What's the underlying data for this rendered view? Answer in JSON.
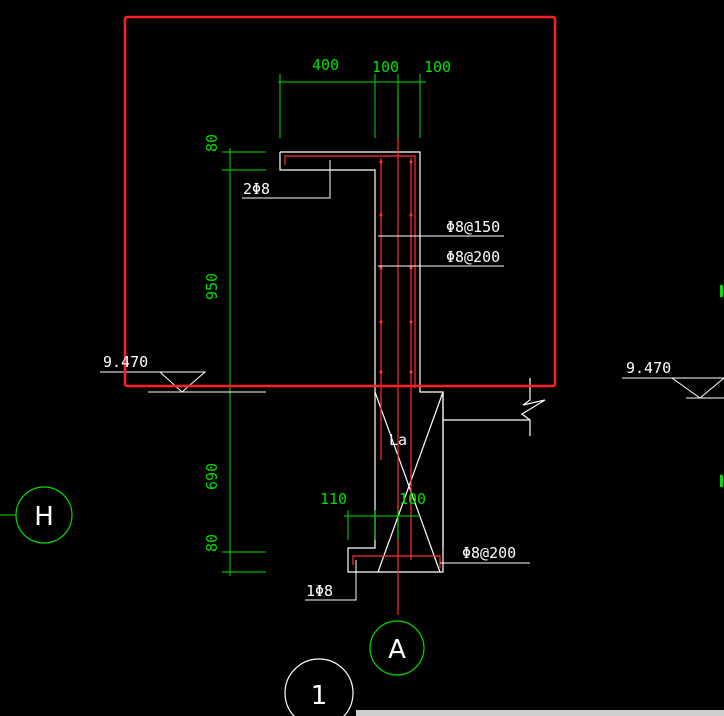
{
  "drawing": {
    "dimensions": {
      "top_400": "400",
      "top_100a": "100",
      "top_100b": "100",
      "left_80_top": "80",
      "left_950": "950",
      "left_690": "690",
      "left_80_bottom": "80",
      "mid_110": "110",
      "mid_100": "100"
    },
    "labels": {
      "rebar_2phi8": "2Φ8",
      "rebar_phi8_150": "Φ8@150",
      "rebar_phi8_200_upper": "Φ8@200",
      "rebar_phi8_200_lower": "Φ8@200",
      "rebar_1phi8": "1Φ8",
      "anchor_la": "La",
      "elevation_left": "9.470",
      "elevation_right": "9.470"
    },
    "axes": {
      "axis_h": "H",
      "axis_a": "A",
      "axis_1": "1"
    },
    "colors": {
      "background": "#000000",
      "outline": "#ffffff",
      "dimension": "#00e000",
      "rebar": "#ff3030",
      "highlight_box": "#ff2020",
      "axis_bubble": "#00e000"
    }
  }
}
